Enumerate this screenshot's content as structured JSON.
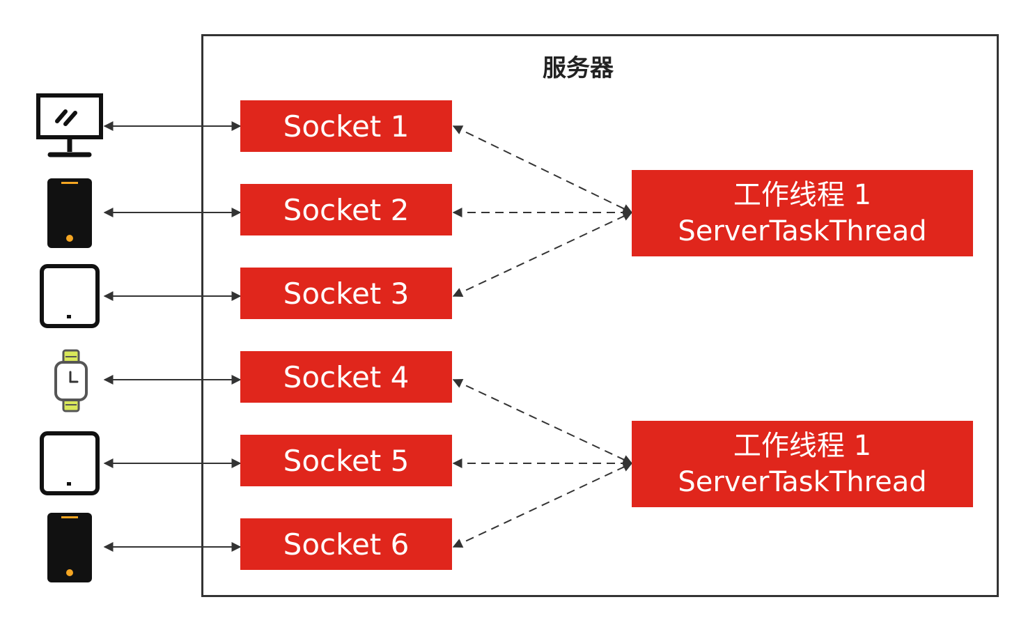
{
  "server": {
    "title": "服务器"
  },
  "sockets": [
    {
      "label": "Socket 1"
    },
    {
      "label": "Socket 2"
    },
    {
      "label": "Socket 3"
    },
    {
      "label": "Socket 4"
    },
    {
      "label": "Socket 5"
    },
    {
      "label": "Socket 6"
    }
  ],
  "workers": [
    {
      "line1": "工作线程 1",
      "line2": "ServerTaskThread"
    },
    {
      "line1": "工作线程 1",
      "line2": "ServerTaskThread"
    }
  ],
  "devices": [
    {
      "icon": "monitor-icon"
    },
    {
      "icon": "phone-icon"
    },
    {
      "icon": "tablet-icon"
    },
    {
      "icon": "smartwatch-icon"
    },
    {
      "icon": "tablet-icon"
    },
    {
      "icon": "phone-icon"
    }
  ],
  "colors": {
    "socket_fill": "#e0261c",
    "frame_stroke": "#333333",
    "arrow_stroke": "#333333",
    "phone_body": "#111111",
    "phone_accent": "#f5a623",
    "watch_band": "#d9e85a"
  }
}
